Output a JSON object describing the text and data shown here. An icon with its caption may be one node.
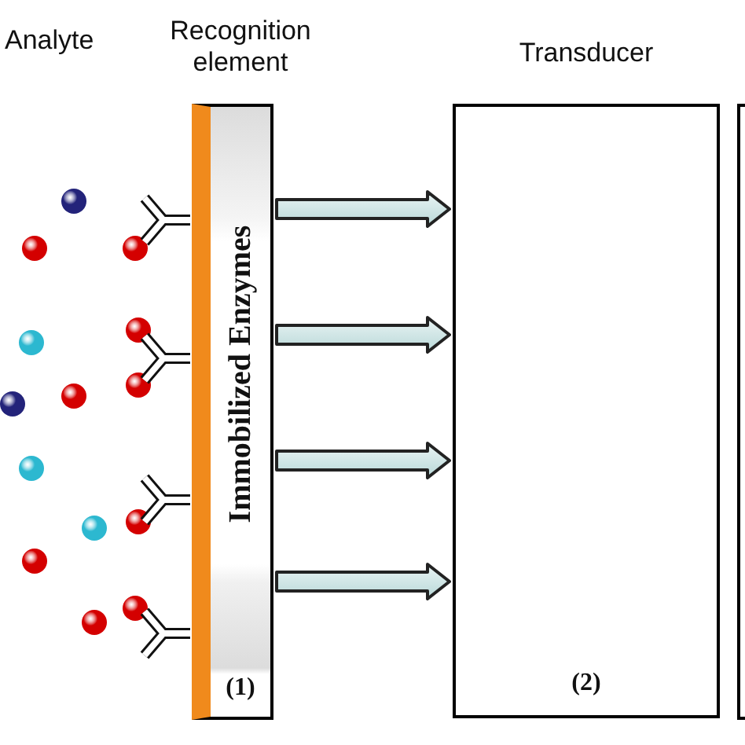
{
  "diagram": {
    "nodes": [
      {
        "text": [
          "Recognition element",
          "Immobilized Enzymes",
          "(1)"
        ]
      },
      {
        "text": [
          "Transducer",
          "(2)"
        ]
      },
      {
        "text": [],
        "shape": "box"
      }
    ],
    "edges": [
      {
        "from": 0,
        "to": 1,
        "arrow": "to"
      },
      {
        "from": 0,
        "to": 1,
        "arrow": "to"
      },
      {
        "from": 0,
        "to": 1,
        "arrow": "to"
      },
      {
        "from": 0,
        "to": 1,
        "arrow": "to"
      }
    ],
    "labels": [
      "Analyte"
    ]
  }
}
